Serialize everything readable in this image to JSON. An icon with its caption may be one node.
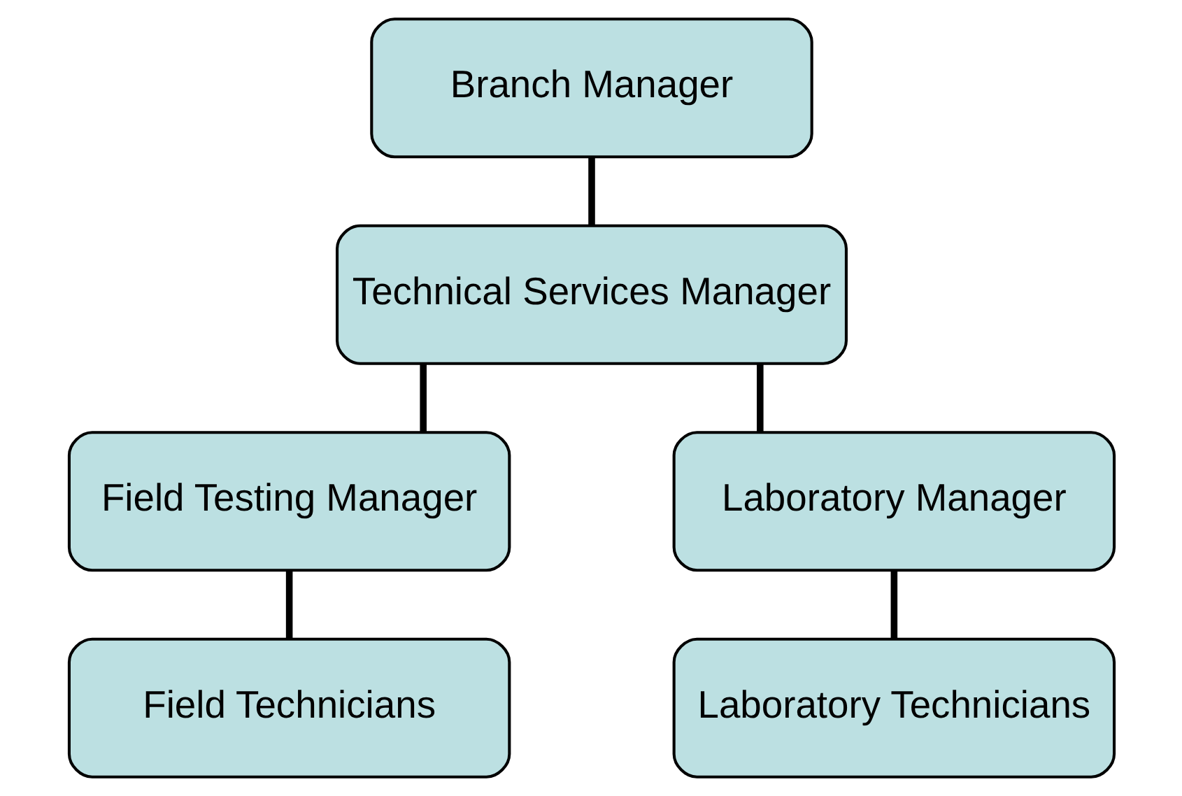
{
  "diagram": {
    "nodes": [
      {
        "text": [
          "Branch Manager"
        ]
      },
      {
        "text": [
          "Technical Services Manager"
        ]
      },
      {
        "text": [
          "Field Testing Manager"
        ]
      },
      {
        "text": [
          "Laboratory Manager"
        ]
      },
      {
        "text": [
          "Field Technicians"
        ]
      },
      {
        "text": [
          "Laboratory Technicians"
        ]
      }
    ],
    "edges": [
      {
        "from": 0,
        "to": 1,
        "arrow": "none"
      },
      {
        "from": 1,
        "to": 2,
        "arrow": "none"
      },
      {
        "from": 1,
        "to": 3,
        "arrow": "none"
      },
      {
        "from": 2,
        "to": 4,
        "arrow": "none"
      },
      {
        "from": 3,
        "to": 5,
        "arrow": "none"
      }
    ]
  }
}
